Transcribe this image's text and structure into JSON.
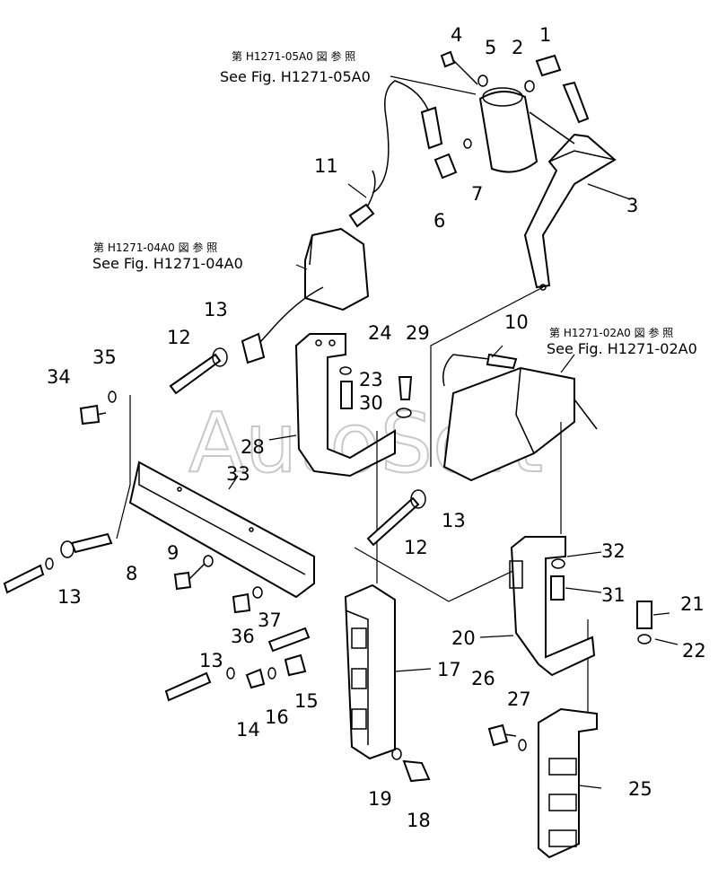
{
  "watermark": "AutoSoft",
  "references": [
    {
      "jp": "第 H1271-05A0 図 参 照",
      "en": "See Fig. H1271-05A0"
    },
    {
      "jp": "第 H1271-04A0 図 参 照",
      "en": "See Fig. H1271-04A0"
    },
    {
      "jp": "第 H1271-02A0 図 参 照",
      "en": "See Fig. H1271-02A0"
    }
  ],
  "part_numbers": {
    "p1": "1",
    "p2": "2",
    "p3": "3",
    "p4": "4",
    "p5": "5",
    "p6": "6",
    "p7": "7",
    "p8": "8",
    "p9": "9",
    "p10": "10",
    "p11": "11",
    "p12a": "12",
    "p12b": "12",
    "p13a": "13",
    "p13b": "13",
    "p13c": "13",
    "p13d": "13",
    "p14": "14",
    "p15": "15",
    "p16": "16",
    "p17": "17",
    "p18": "18",
    "p19": "19",
    "p20": "20",
    "p21": "21",
    "p22": "22",
    "p23": "23",
    "p24": "24",
    "p25": "25",
    "p26": "26",
    "p27": "27",
    "p28": "28",
    "p29": "29",
    "p30": "30",
    "p31": "31",
    "p32": "32",
    "p33": "33",
    "p34": "34",
    "p35": "35",
    "p36": "36",
    "p37": "37"
  }
}
